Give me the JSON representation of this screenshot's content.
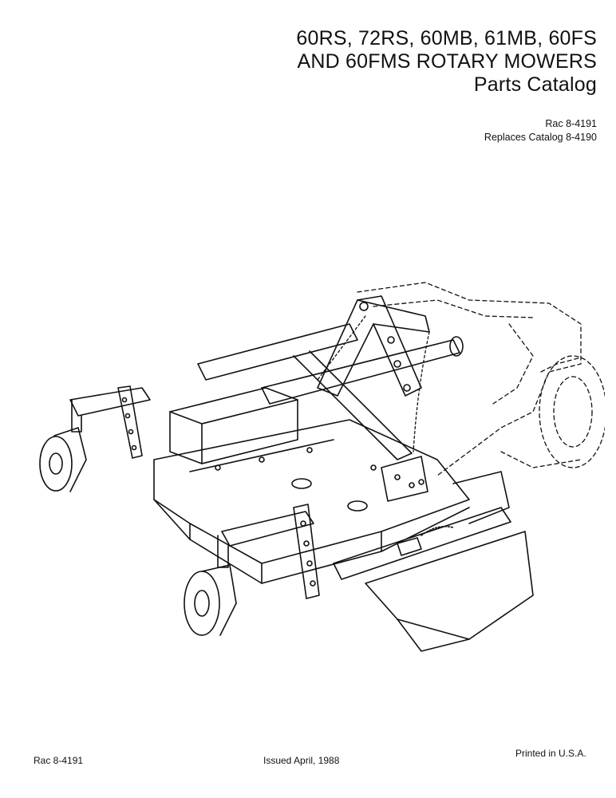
{
  "title": {
    "line1": "60RS, 72RS, 60MB, 61MB, 60FS",
    "line2": "AND 60FMS ROTARY MOWERS",
    "line3": "Parts Catalog"
  },
  "reference": {
    "number": "Rac 8-4191",
    "replaces": "Replaces Catalog 8-4190"
  },
  "footer": {
    "left": "Rac 8-4191",
    "center": "Issued April, 1988",
    "right": "Printed in U.S.A."
  },
  "illustration": {
    "icon": "rotary-mower-line-drawing",
    "ink_color": "#111111",
    "paper_color": "#ffffff"
  }
}
